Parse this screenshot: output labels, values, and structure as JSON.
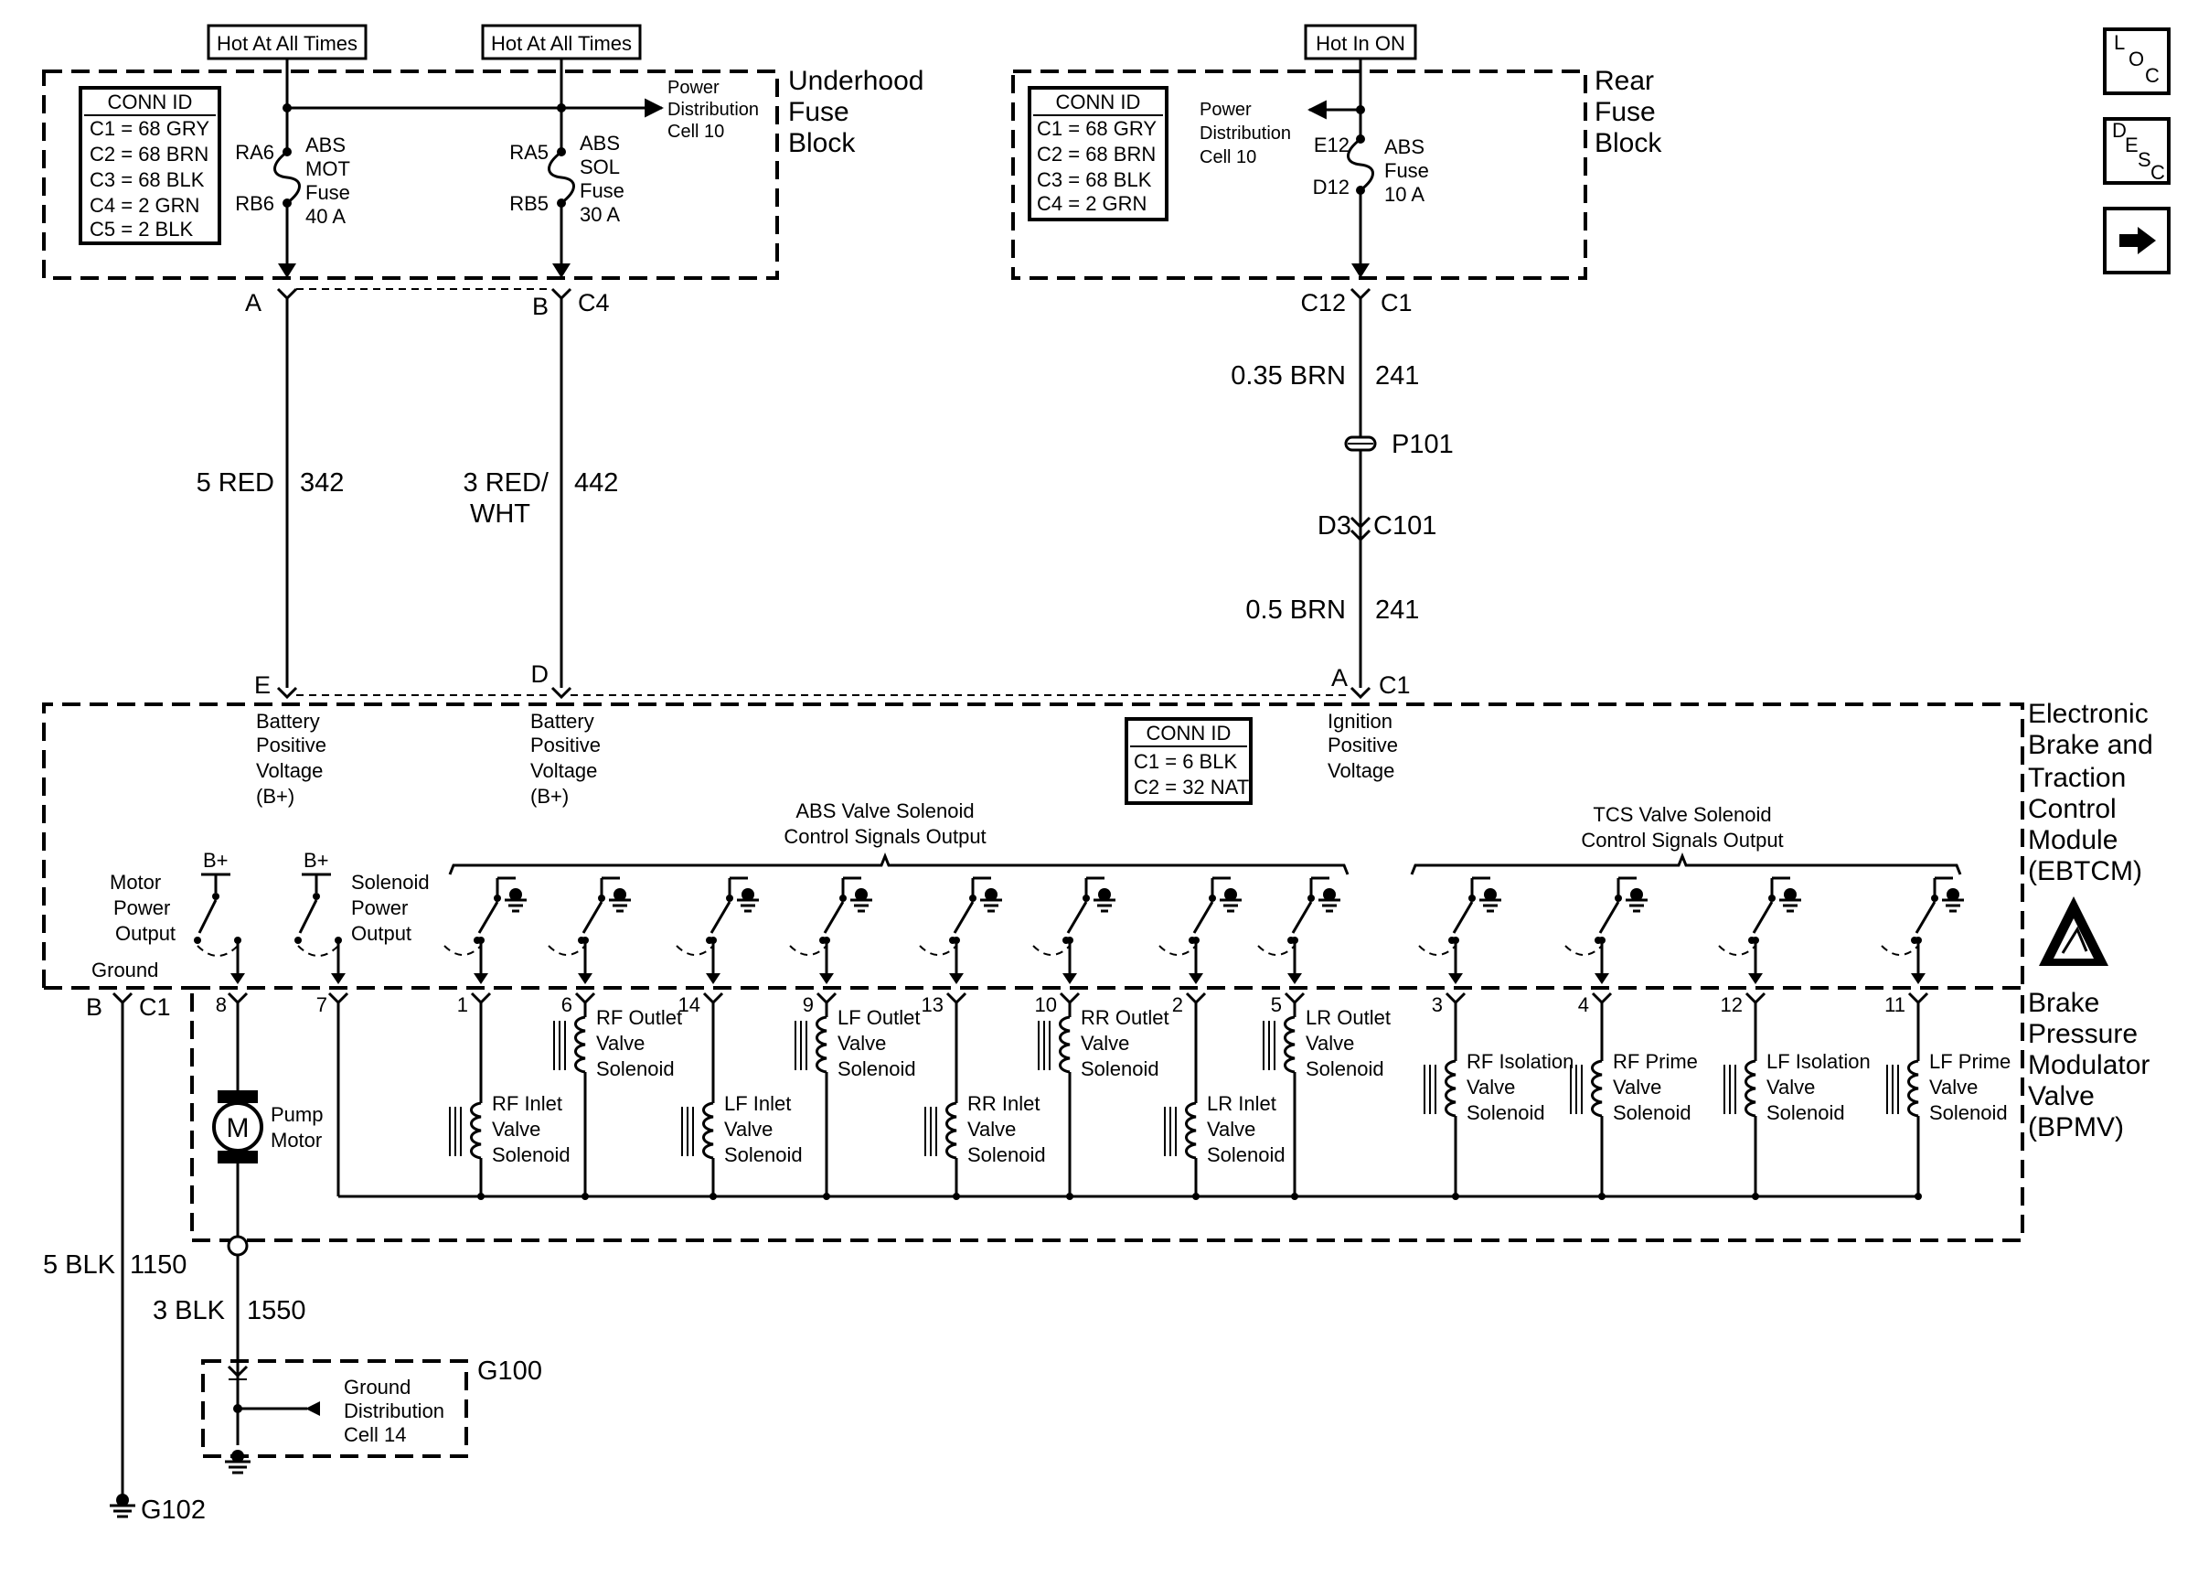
{
  "underhood": {
    "hot1": "Hot At All Times",
    "hot2": "Hot At All Times",
    "block_name": [
      "Underhood",
      "Fuse",
      "Block"
    ],
    "conn_title": "CONN ID",
    "conn_rows": [
      "C1 = 68 GRY",
      "C2 = 68 BRN",
      "C3 = 68 BLK",
      "C4 = 2 GRN",
      "C5 = 2 BLK"
    ],
    "power_dist": [
      "Power",
      "Distribution",
      "Cell 10"
    ],
    "fuse1_pins": [
      "RA6",
      "RB6"
    ],
    "fuse1_label": [
      "ABS",
      "MOT",
      "Fuse",
      "40 A"
    ],
    "fuse2_pins": [
      "RA5",
      "RB5"
    ],
    "fuse2_label": [
      "ABS",
      "SOL",
      "Fuse",
      "30 A"
    ],
    "pin_a": "A",
    "pin_b": "B",
    "conn_c4": "C4"
  },
  "rear": {
    "hot": "Hot In ON",
    "block_name": [
      "Rear",
      "Fuse",
      "Block"
    ],
    "conn_title": "CONN ID",
    "conn_rows": [
      "C1 = 68 GRY",
      "C2 = 68 BRN",
      "C3 = 68 BLK",
      "C4 = 2 GRN"
    ],
    "power_dist": [
      "Power",
      "Distribution",
      "Cell 10"
    ],
    "fuse_pins": [
      "E12",
      "D12"
    ],
    "fuse_label": [
      "ABS",
      "Fuse",
      "10 A"
    ],
    "pin_c12": "C12",
    "conn_c1": "C1"
  },
  "wires": {
    "w1_color": "5 RED",
    "w1_circuit": "342",
    "w2_color": [
      "3 RED/",
      "WHT"
    ],
    "w2_circuit": "442",
    "w3_color": "0.35 BRN",
    "w3_circuit": "241",
    "splice": "P101",
    "inline_pin": "D3",
    "inline_conn": "C101",
    "w4_color": "0.5 BRN",
    "w4_circuit": "241",
    "gnd1_color": "5 BLK",
    "gnd1_circuit": "1150",
    "gnd2_color": "3 BLK",
    "gnd2_circuit": "1550"
  },
  "ebtcm": {
    "name": [
      "Electronic",
      "Brake and",
      "Traction",
      "Control",
      "Module",
      "(EBTCM)"
    ],
    "pin_e": "E",
    "pin_d": "D",
    "pin_a": "A",
    "conn_c1": "C1",
    "batt1": [
      "Battery",
      "Positive",
      "Voltage",
      "(B+)"
    ],
    "batt2": [
      "Battery",
      "Positive",
      "Voltage",
      "(B+)"
    ],
    "ign": [
      "Ignition",
      "Positive",
      "Voltage"
    ],
    "conn_title": "CONN ID",
    "conn_rows": [
      "C1 = 6 BLK",
      "C2 = 32 NAT"
    ],
    "abs_group": [
      "ABS Valve Solenoid",
      "Control Signals Output"
    ],
    "tcs_group": [
      "TCS Valve Solenoid",
      "Control Signals Output"
    ],
    "bplus": "B+",
    "motor_out": [
      "Motor",
      "Power",
      "Output"
    ],
    "sol_out": [
      "Solenoid",
      "Power",
      "Output"
    ],
    "ground": "Ground",
    "gnd_pin": "B",
    "gnd_conn": "C1"
  },
  "bpmv": {
    "name": [
      "Brake",
      "Pressure",
      "Modulator",
      "Valve",
      "(BPMV)"
    ],
    "pump": [
      "Pump",
      "Motor"
    ],
    "motor_symbol": "M",
    "pins": [
      "8",
      "7",
      "1",
      "6",
      "14",
      "9",
      "13",
      "10",
      "2",
      "5",
      "3",
      "4",
      "12",
      "11"
    ],
    "solenoids": [
      [
        "RF Inlet",
        "Valve",
        "Solenoid"
      ],
      [
        "RF Outlet",
        "Valve",
        "Solenoid"
      ],
      [
        "LF Inlet",
        "Valve",
        "Solenoid"
      ],
      [
        "LF Outlet",
        "Valve",
        "Solenoid"
      ],
      [
        "RR Inlet",
        "Valve",
        "Solenoid"
      ],
      [
        "RR Outlet",
        "Valve",
        "Solenoid"
      ],
      [
        "LR Inlet",
        "Valve",
        "Solenoid"
      ],
      [
        "LR Outlet",
        "Valve",
        "Solenoid"
      ],
      [
        "RF Isolation",
        "Valve",
        "Solenoid"
      ],
      [
        "RF Prime",
        "Valve",
        "Solenoid"
      ],
      [
        "LF Isolation",
        "Valve",
        "Solenoid"
      ],
      [
        "LF Prime",
        "Valve",
        "Solenoid"
      ]
    ]
  },
  "grounds": {
    "g100": "G100",
    "gdist": [
      "Ground",
      "Distribution",
      "Cell 14"
    ],
    "g102": "G102"
  },
  "nav": {
    "loc": [
      "L",
      "O",
      "C"
    ],
    "desc": [
      "D",
      "E",
      "S",
      "C"
    ],
    "next_icon": "right-arrow-icon"
  }
}
